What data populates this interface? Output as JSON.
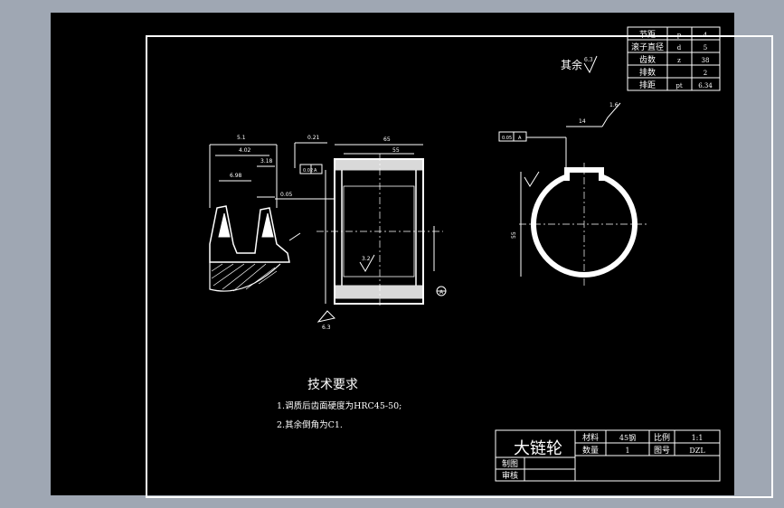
{
  "parameter_table": {
    "rows": [
      {
        "label": "节距",
        "symbol": "p",
        "value": "4"
      },
      {
        "label": "滚子直径",
        "symbol": "d",
        "value": "5"
      },
      {
        "label": "齿数",
        "symbol": "z",
        "value": "38"
      },
      {
        "label": "排数",
        "symbol": "",
        "value": "2"
      },
      {
        "label": "排距",
        "symbol": "pt",
        "value": "6.34"
      }
    ]
  },
  "surface_note": {
    "text": "其余",
    "value": "6.3"
  },
  "tech_requirements": {
    "title": "技术要求",
    "items": [
      "1.调质后齿面硬度为HRC45-50;",
      "2.其余倒角为C1."
    ]
  },
  "title_block": {
    "part_name": "大链轮",
    "material_label": "材料",
    "material_value": "45钢",
    "scale_label": "比例",
    "scale_value": "1:1",
    "quantity_label": "数量",
    "quantity_value": "1",
    "drawing_no_label": "图号",
    "drawing_no_value": "DZL",
    "drawn_label": "制图",
    "checked_label": "审核"
  },
  "dims": {
    "tooth_top": "5.1",
    "tooth_mid": "4.02",
    "tooth_small": "3.18",
    "tooth_base": "6.98",
    "hub_top": "0.21",
    "hub_width": "65",
    "hub_bore": "55",
    "tol_box_left": "0.02",
    "tol_box_right": "A",
    "tol_side": "0.05",
    "key_box_left": "0.05",
    "key_box_right": "A",
    "key_dim": "14",
    "bore_dim": "55",
    "rough_1": "6.3",
    "rough_2": "3.2",
    "rough_3": "1.6",
    "datum": "A"
  },
  "colors": {
    "background": "#000000",
    "lines": "#ffffff",
    "frame_outer": "#9fa7b3"
  }
}
